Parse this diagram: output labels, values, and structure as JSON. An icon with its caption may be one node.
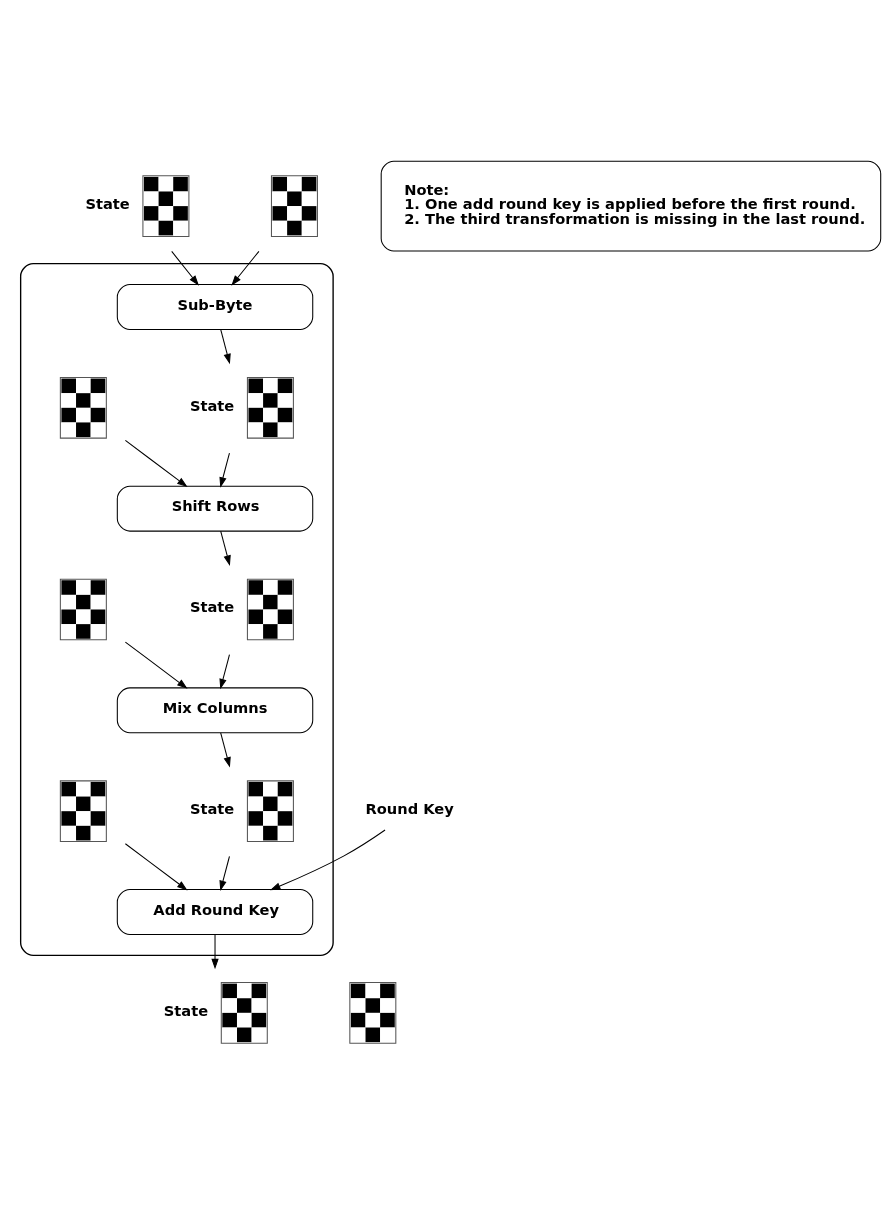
{
  "diagram": {
    "nodes": [
      {
        "text": [],
        "shape": "picture",
        "beside": [
          "State"
        ]
      },
      {
        "text": [],
        "shape": "picture"
      },
      {
        "text": [],
        "shape": "box"
      },
      {
        "text": [
          "Sub-Byte"
        ],
        "in": 2
      },
      {
        "text": [],
        "shape": "picture",
        "beside": [
          "State"
        ],
        "in": 2
      },
      {
        "text": [],
        "shape": "picture",
        "in": 2
      },
      {
        "text": [
          "Shift Rows"
        ],
        "in": 2
      },
      {
        "text": [],
        "shape": "picture",
        "beside": [
          "State"
        ],
        "in": 2
      },
      {
        "text": [],
        "shape": "picture",
        "in": 2
      },
      {
        "text": [
          "Mix Columns"
        ],
        "in": 2
      },
      {
        "text": [],
        "shape": "picture",
        "beside": [
          "State"
        ],
        "in": 2
      },
      {
        "text": [],
        "shape": "picture",
        "in": 2
      },
      {
        "text": [
          "Add Round Key"
        ],
        "in": 2
      },
      {
        "text": [],
        "shape": "picture",
        "beside": [
          "State"
        ]
      },
      {
        "text": [],
        "shape": "picture"
      },
      {
        "text": [
          "Note:",
          "1. One add round key is applied before the first round.",
          "2. The third transformation is missing in the last round."
        ]
      },
      {
        "text": [
          "Round Key"
        ]
      }
    ],
    "edges": [
      {
        "from": 0,
        "to": 3,
        "arrow": "to"
      },
      {
        "from": 1,
        "to": 3,
        "arrow": "to"
      },
      {
        "from": 3,
        "to": 4,
        "arrow": "to"
      },
      {
        "from": 4,
        "to": 6,
        "arrow": "to"
      },
      {
        "from": 5,
        "to": 6,
        "arrow": "to"
      },
      {
        "from": 6,
        "to": 7,
        "arrow": "to"
      },
      {
        "from": 7,
        "to": 9,
        "arrow": "to"
      },
      {
        "from": 8,
        "to": 9,
        "arrow": "to"
      },
      {
        "from": 9,
        "to": 10,
        "arrow": "to"
      },
      {
        "from": 10,
        "to": 12,
        "arrow": "to"
      },
      {
        "from": 11,
        "to": 12,
        "arrow": "to"
      },
      {
        "from": 12,
        "to": 13,
        "arrow": "to"
      },
      {
        "from": 16,
        "to": 12,
        "arrow": "to"
      }
    ]
  }
}
